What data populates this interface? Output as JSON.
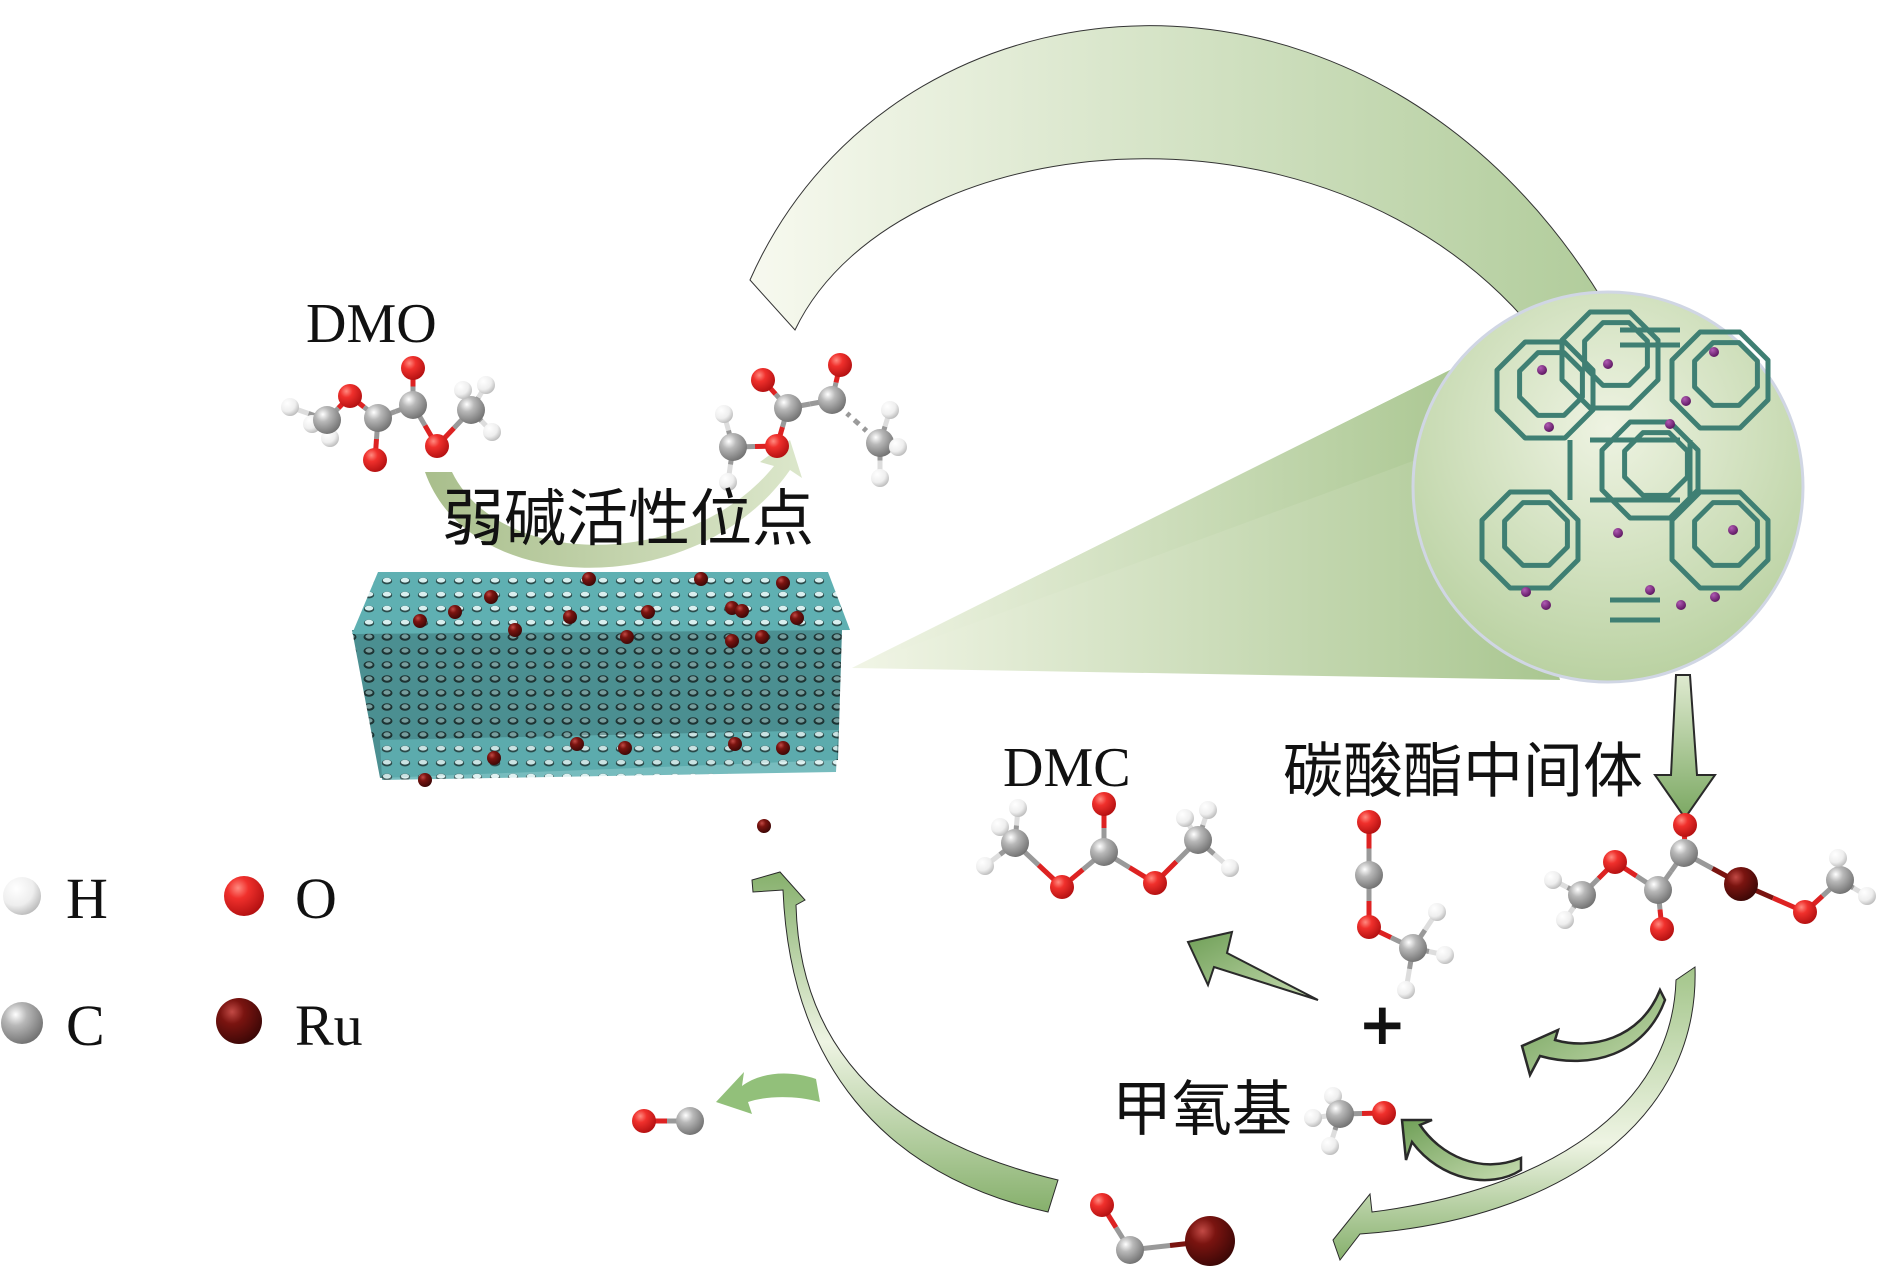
{
  "figure": {
    "labels": {
      "dmo": "DMO",
      "weak_base_site": "弱碱活性位点",
      "dmc": "DMC",
      "carbonate_intermediate": "碳酸酯中间体",
      "plus": "+",
      "methoxy": "甲氧基"
    },
    "legend": [
      {
        "symbol": "H",
        "element": "hydrogen",
        "color": "#f2f2f2"
      },
      {
        "symbol": "O",
        "element": "oxygen",
        "color": "#e8262a"
      },
      {
        "symbol": "C",
        "element": "carbon",
        "color": "#a9a9a9"
      },
      {
        "symbol": "Ru",
        "element": "ruthenium",
        "color": "#6b1512"
      }
    ],
    "colors": {
      "arrow_light": "#f3f6ea",
      "arrow_dark": "#a9c690",
      "arrow_bold": "#7ba862",
      "zeolite": "#5fb4b5",
      "zeolite_dark": "#3c6f6e",
      "cage": "#3f7f73",
      "cage_dot": "#6b1a6e",
      "ru": "#7a1410",
      "oxygen": "#e8262a",
      "carbon": "#a9a9a9",
      "hydrogen": "#f2f2f2"
    },
    "molecules": [
      {
        "id": "dmo-free",
        "name": "dimethyl oxalate"
      },
      {
        "id": "dmo-adsorbed",
        "name": "adsorbed DMO (C–O cleavage)"
      },
      {
        "id": "dmc",
        "name": "dimethyl carbonate"
      },
      {
        "id": "methoxycarbonyl",
        "name": "methoxycarbonyl"
      },
      {
        "id": "carbonate-intermediate",
        "name": "Ru-bound carbonate intermediate"
      },
      {
        "id": "methoxy",
        "name": "methoxy"
      },
      {
        "id": "co",
        "name": "carbon monoxide"
      },
      {
        "id": "ru-co",
        "name": "Ru–CO species"
      }
    ]
  }
}
